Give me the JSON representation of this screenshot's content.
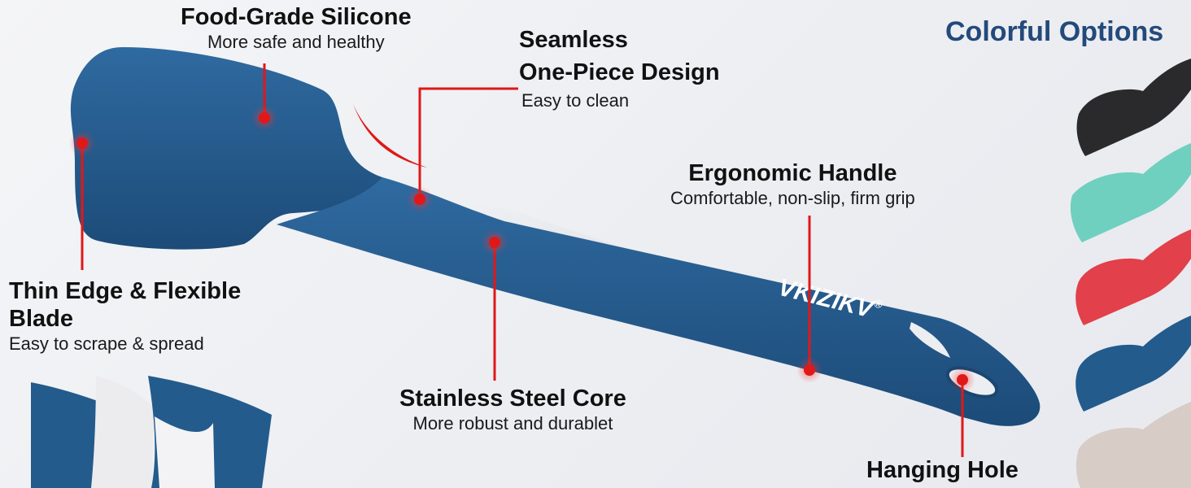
{
  "brand": {
    "logo_text": "VKIZIKV",
    "registered": "®"
  },
  "colors": {
    "spatula_blue": "#235b8c",
    "spatula_blue_dark": "#1a4670",
    "callout_red": "#e01818",
    "title_navy": "#234a7b",
    "steel": "#d9dde3"
  },
  "features": {
    "food_grade": {
      "title": "Food-Grade Silicone",
      "subtitle": "More safe and healthy"
    },
    "seamless": {
      "title_line1": "Seamless",
      "title_line2": "One-Piece Design",
      "subtitle": "Easy to clean"
    },
    "ergonomic": {
      "title": "Ergonomic Handle",
      "subtitle": "Comfortable, non-slip, firm grip"
    },
    "thin_edge": {
      "title_line1": "Thin Edge & Flexible",
      "title_line2": "Blade",
      "subtitle": "Easy to scrape & spread"
    },
    "steel_core": {
      "title": "Stainless Steel Core",
      "subtitle": "More robust and durablet"
    },
    "hanging_hole": {
      "title": "Hanging Hole"
    }
  },
  "colorful_options": {
    "title": "Colorful Options",
    "swatches": [
      {
        "name": "black",
        "color": "#2a2a2c"
      },
      {
        "name": "mint",
        "color": "#6fd0bf"
      },
      {
        "name": "red",
        "color": "#e2404a"
      },
      {
        "name": "blue",
        "color": "#235b8c"
      },
      {
        "name": "beige",
        "color": "#d8ccc6"
      }
    ]
  }
}
